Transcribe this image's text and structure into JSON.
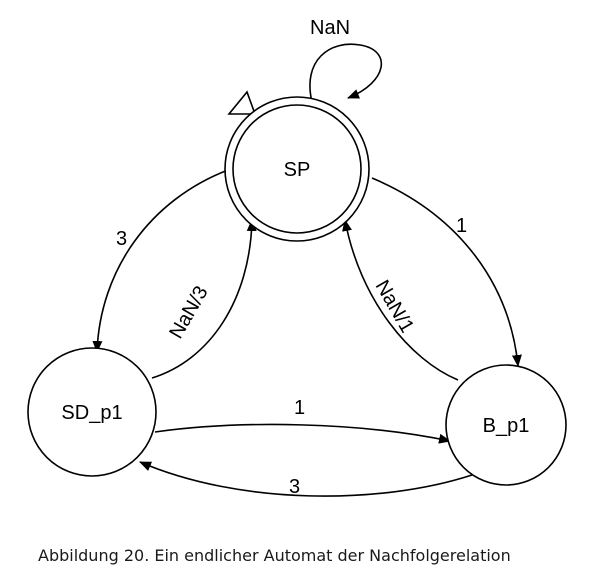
{
  "states": {
    "sp": {
      "label": "SP"
    },
    "sd_p1": {
      "label": "SD_p1"
    },
    "b_p1": {
      "label": "B_p1"
    }
  },
  "transitions": {
    "sp_self": {
      "label": "NaN"
    },
    "sp_to_sd": {
      "label": "3"
    },
    "sd_to_sp": {
      "label": "NaN/3"
    },
    "sp_to_b": {
      "label": "1"
    },
    "b_to_sp": {
      "label": "NaN/1"
    },
    "sd_to_b": {
      "label": "1"
    },
    "b_to_sd": {
      "label": "3"
    }
  },
  "caption": "Abbildung 20.  Ein endlicher Automat der Nachfolgerelation"
}
